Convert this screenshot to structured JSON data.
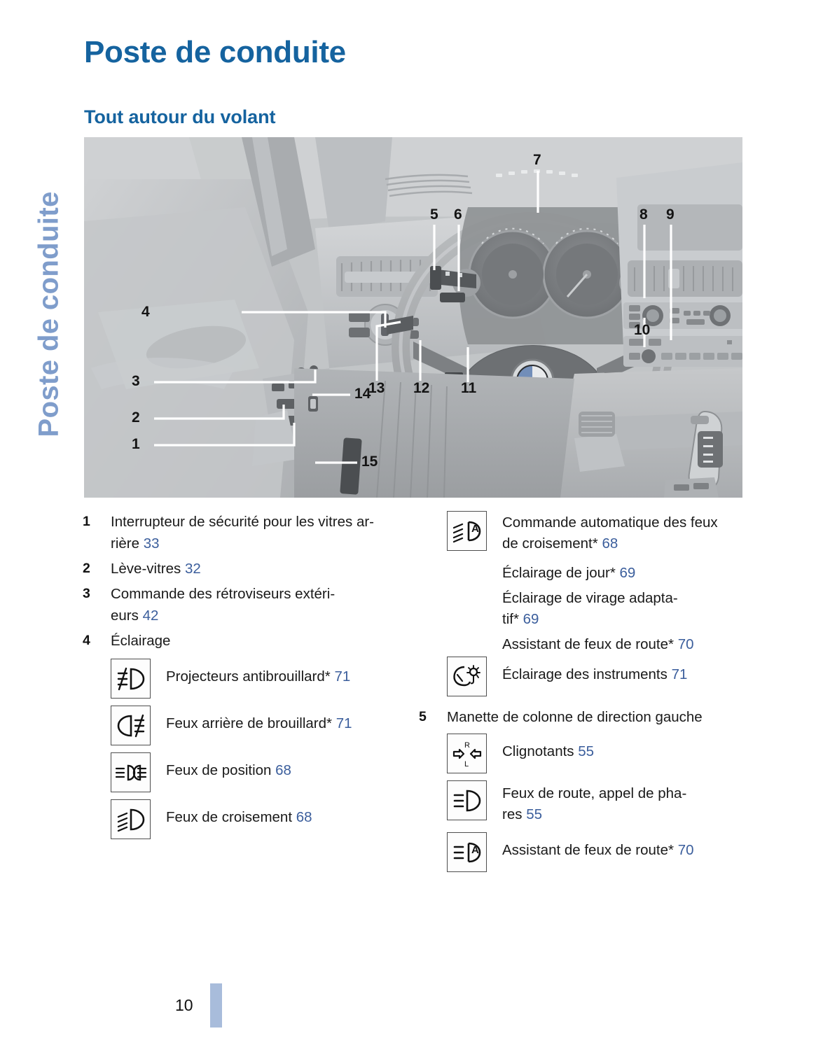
{
  "side_tab": {
    "label": "Poste de conduite"
  },
  "header": {
    "title": "Poste de conduite",
    "section": "Tout autour du volant"
  },
  "illustration": {
    "alt": "Poste de conduite BMW vue du siege conducteur",
    "callouts": [
      "1",
      "2",
      "3",
      "4",
      "5",
      "6",
      "7",
      "8",
      "9",
      "10",
      "11",
      "12",
      "13",
      "14",
      "15"
    ]
  },
  "left_column": {
    "entries": [
      {
        "num": "1",
        "text": "Interrupteur de sécurité pour les vitres ar-",
        "text2": "rière",
        "page": "33"
      },
      {
        "num": "2",
        "text": "Lève-vitres",
        "page": "32"
      },
      {
        "num": "3",
        "text": "Commande des rétroviseurs extéri-",
        "text2": "eurs",
        "page": "42"
      },
      {
        "num": "4",
        "text": "Éclairage",
        "page": ""
      }
    ],
    "sub_entries": [
      {
        "icon": "fog-lamp-front-icon",
        "label": "Projecteurs antibrouillard*",
        "page": "71"
      },
      {
        "icon": "fog-lamp-rear-icon",
        "label": "Feux arrière de brouillard*",
        "page": "71"
      },
      {
        "icon": "parking-lights-icon",
        "label": "Feux de position",
        "page": "68"
      },
      {
        "icon": "low-beam-icon",
        "label": "Feux de croisement",
        "page": "68"
      }
    ]
  },
  "right_column": {
    "sub_entries_top": [
      {
        "icon": "auto-low-beam-icon",
        "label": "Commande automatique des feux",
        "label2": "de croisement*",
        "page": "68"
      },
      {
        "icon": "",
        "label": "Éclairage de jour*",
        "page": "69"
      },
      {
        "icon": "",
        "label": "Éclairage de virage adapta-",
        "label2": "tif*",
        "page": "69"
      },
      {
        "icon": "",
        "label": "Assistant de feux de route*",
        "page": "70"
      },
      {
        "icon": "instrument-lighting-icon",
        "label": "Éclairage des instruments",
        "page": "71"
      }
    ],
    "entry5": {
      "num": "5",
      "text": "Manette de colonne de direction gauche"
    },
    "sub_entries_5": [
      {
        "icon": "turn-signal-icon",
        "label": "Clignotants",
        "page": "55"
      },
      {
        "icon": "high-beam-icon",
        "label": "Feux de route, appel de pha-",
        "label2": "res",
        "page": "55"
      },
      {
        "icon": "high-beam-assistant-icon",
        "label": "Assistant de feux de route*",
        "page": "70"
      }
    ]
  },
  "footer": {
    "page_number": "10"
  },
  "colors": {
    "heading_blue": "#15639f",
    "tab_blue": "#7f9dcb",
    "link_blue": "#3b5e9c",
    "folio_bar": "#a8bcdb",
    "body_text": "#1a1a1a"
  }
}
